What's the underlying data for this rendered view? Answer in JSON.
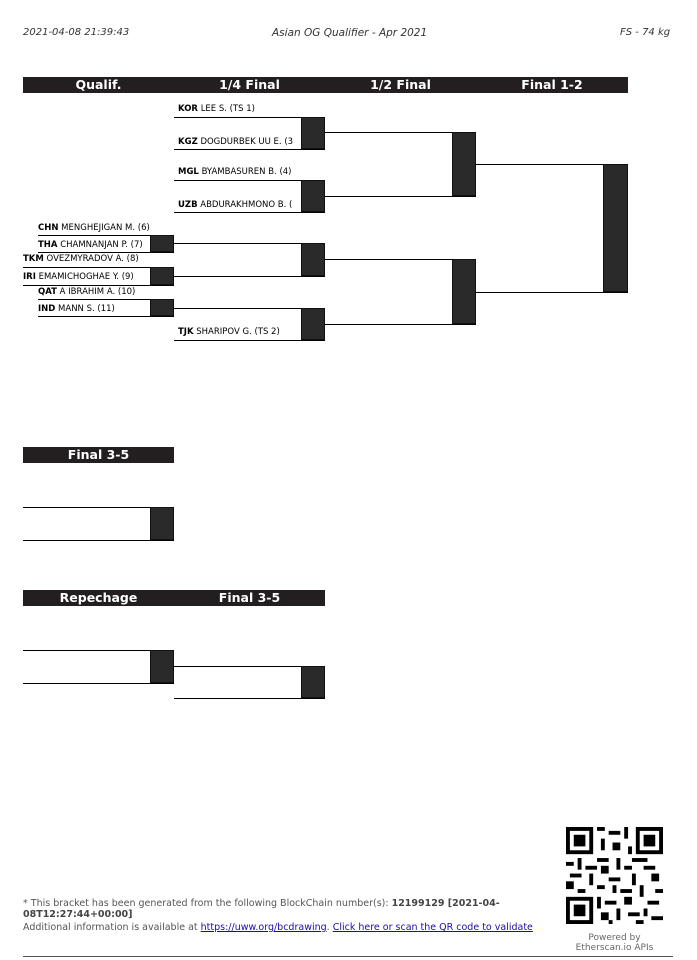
{
  "header": {
    "datetime": "2021-04-08 21:39:43",
    "title": "Asian OG Qualifier - Apr 2021",
    "category": "FS - 74 kg"
  },
  "main_bracket": {
    "headers": [
      "Qualif.",
      "1/4 Final",
      "1/2 Final",
      "Final 1-2"
    ],
    "qf_entries": [
      {
        "code": "KOR",
        "name": "LEE S. (TS 1)"
      },
      {
        "code": "KGZ",
        "name": "DOGDURBEK UU E. (3"
      },
      {
        "code": "MGL",
        "name": "BYAMBASUREN B. (4)"
      },
      {
        "code": "UZB",
        "name": "ABDURAKHMONO B. ("
      },
      {
        "code": "TJK",
        "name": "SHARIPOV G. (TS 2)"
      }
    ],
    "qualif_entries": [
      {
        "code": "CHN",
        "name": "MENGHEJIGAN M. (6)"
      },
      {
        "code": "THA",
        "name": "CHAMNANJAN P. (7)"
      },
      {
        "code": "TKM",
        "name": "OVEZMYRADOV A. (8)"
      },
      {
        "code": "IRI",
        "name": "EMAMICHOGHAE Y. (9)"
      },
      {
        "code": "QAT",
        "name": "A IBRAHIM A. (10)"
      },
      {
        "code": "IND",
        "name": "MANN S. (11)"
      }
    ]
  },
  "final35": {
    "header": "Final 3-5"
  },
  "repechage": {
    "headers": [
      "Repechage",
      "Final 3-5"
    ]
  },
  "footer": {
    "line1": "* This bracket has been generated from the following BlockChain number(s): ",
    "block": "12199129 [2021-04-08T12:27:44+00:00]",
    "line2": "Additional information is available at ",
    "link1": "https://uww.org/bcdrawing",
    "link2": "Click here or scan the QR code to validate",
    "powered1": "Powered by",
    "powered2": "Etherscan.io APIs"
  }
}
